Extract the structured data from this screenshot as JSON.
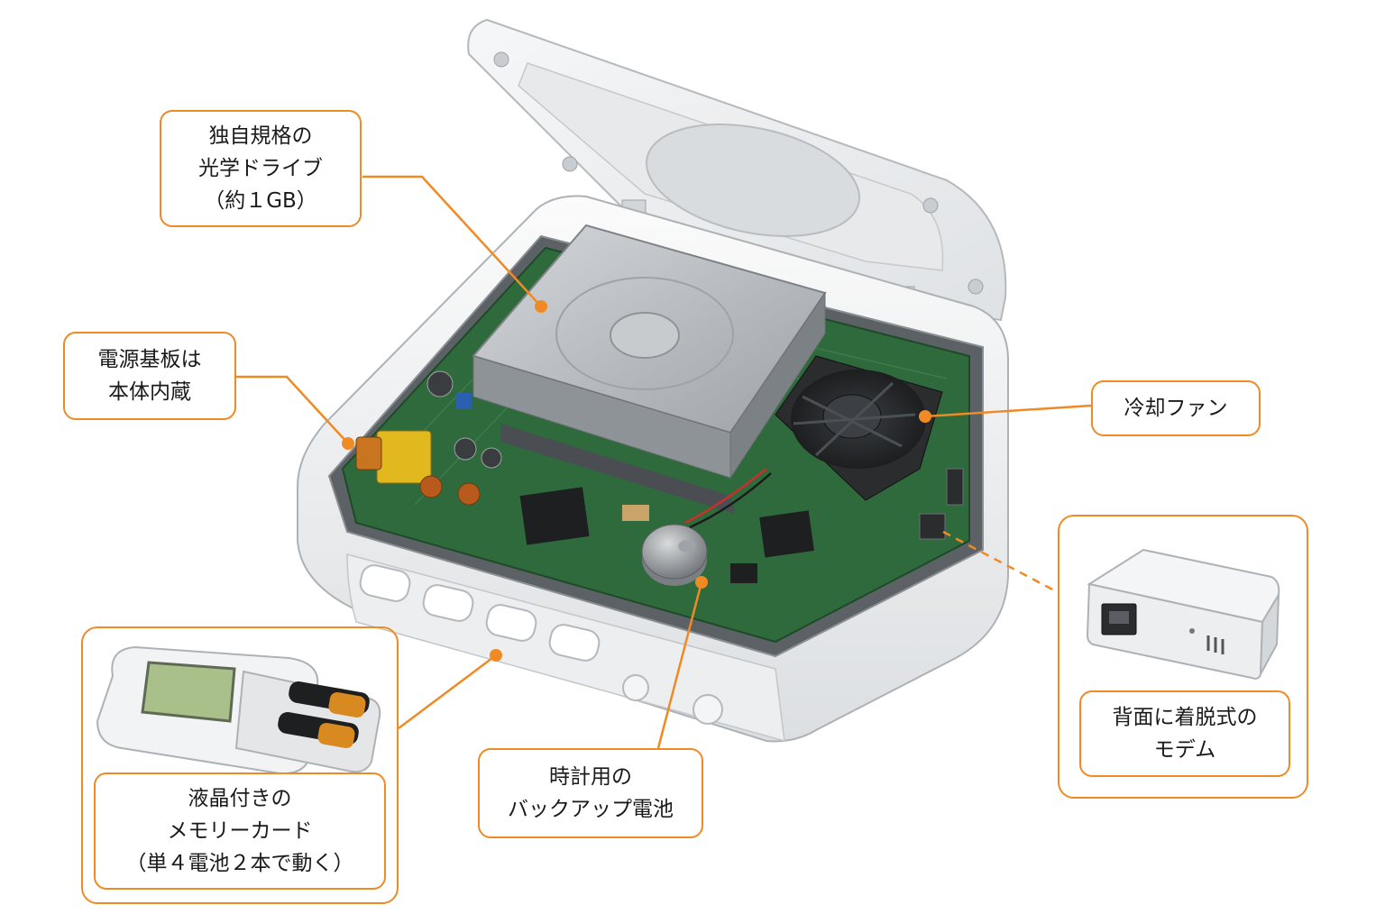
{
  "colors": {
    "accent": "#f08a24",
    "case": "#f3f4f5",
    "board": "#2f6a3c",
    "drive": "#b9bdc1",
    "lcd": "#a9c08a"
  },
  "icons": {
    "console": "game-console-illustration",
    "memory_card": "memory-card-illustration",
    "modem": "modem-illustration"
  },
  "callouts": {
    "optical_drive": {
      "lines": [
        "独自規格の",
        "光学ドライブ",
        "（約１GB）"
      ]
    },
    "power_board": {
      "lines": [
        "電源基板は",
        "本体内蔵"
      ]
    },
    "cooling_fan": {
      "lines": [
        "冷却ファン"
      ]
    },
    "modem": {
      "lines": [
        "背面に着脱式の",
        "モデム"
      ]
    },
    "backup_battery": {
      "lines": [
        "時計用の",
        "バックアップ電池"
      ]
    },
    "memory_card": {
      "lines": [
        "液晶付きの",
        "メモリーカード",
        "（単４電池２本で動く）"
      ]
    }
  }
}
